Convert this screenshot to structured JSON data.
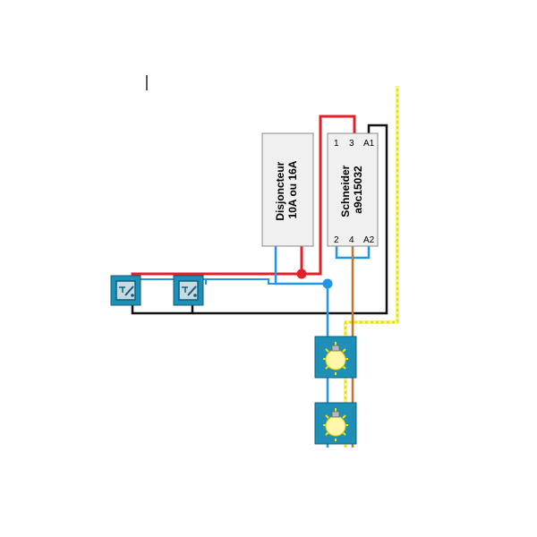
{
  "breaker": {
    "line1": "Disjoncteur",
    "line2": "10A ou 16A"
  },
  "contactor": {
    "line1": "Schneider",
    "line2": "a9c15032",
    "terminals_top": [
      "1",
      "3",
      "A1"
    ],
    "terminals_bottom": [
      "2",
      "4",
      "A2"
    ]
  },
  "icons": {
    "push_buttons": [
      "push-button-icon",
      "push-button-icon"
    ],
    "lamps": [
      "lamp-icon",
      "lamp-icon"
    ]
  },
  "colors": {
    "phase": "#e2202a",
    "neutral": "#2196e8",
    "earth": "#e6e000",
    "control": "#111111",
    "switched": "#c8742a",
    "device_fill": "#1e8fb7",
    "lamp": "#fff6a8",
    "module_fill": "#f0f0f0"
  }
}
